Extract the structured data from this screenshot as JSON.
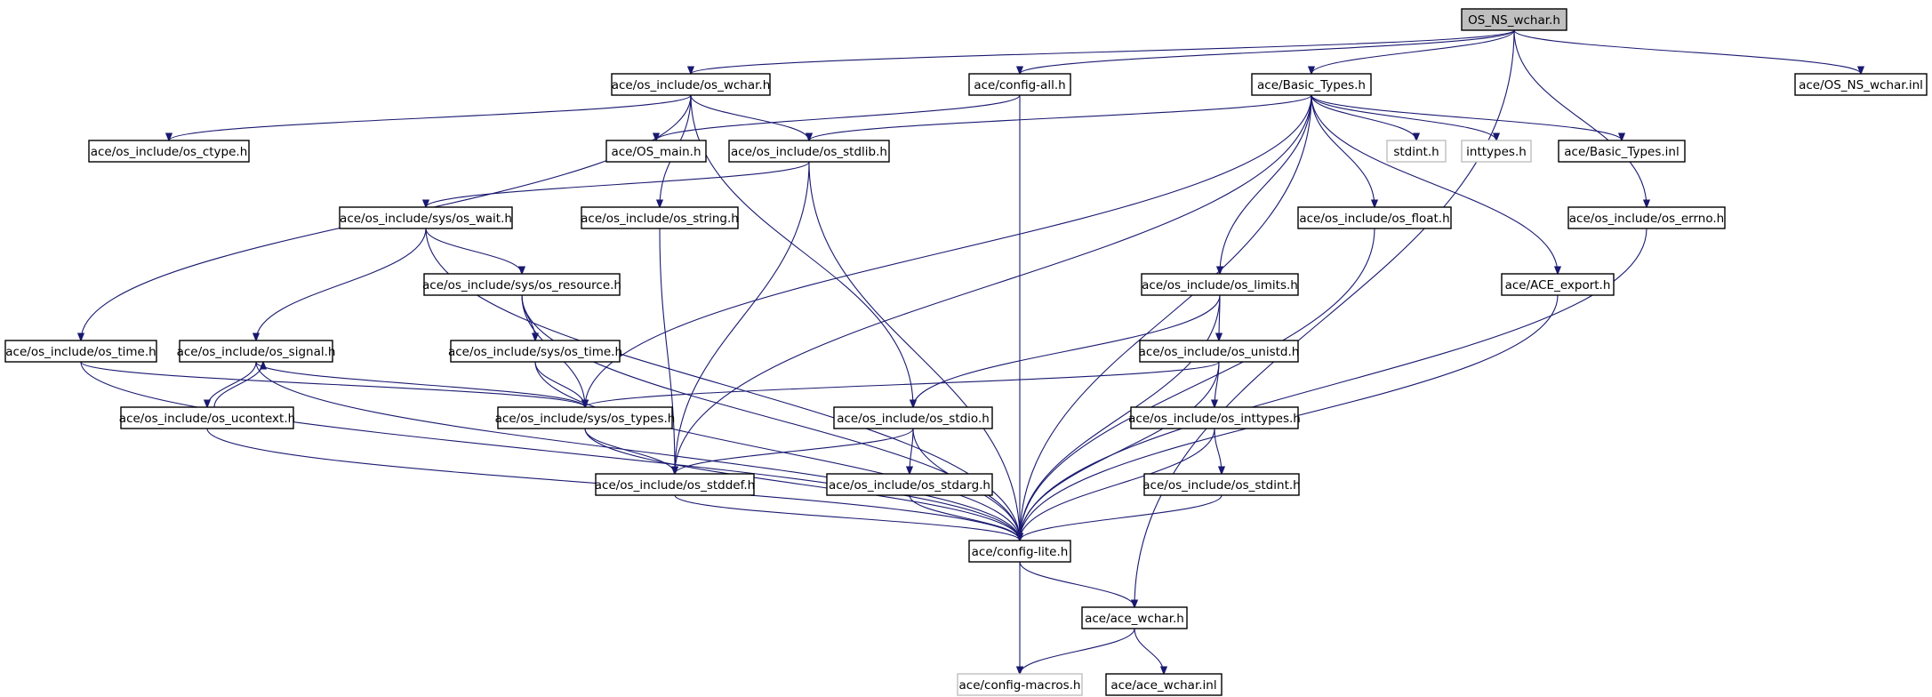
{
  "nodes": [
    {
      "id": "n0",
      "label": "OS_NS_wchar.h",
      "style": "root"
    },
    {
      "id": "n1",
      "label": "ace/os_include/os_wchar.h",
      "style": "normal"
    },
    {
      "id": "n2",
      "label": "ace/config-all.h",
      "style": "normal"
    },
    {
      "id": "n3",
      "label": "ace/Basic_Types.h",
      "style": "normal"
    },
    {
      "id": "n4",
      "label": "ace/OS_NS_wchar.inl",
      "style": "normal"
    },
    {
      "id": "n5",
      "label": "ace/os_include/os_ctype.h",
      "style": "normal"
    },
    {
      "id": "n6",
      "label": "ace/OS_main.h",
      "style": "normal"
    },
    {
      "id": "n7",
      "label": "ace/os_include/os_stdlib.h",
      "style": "normal"
    },
    {
      "id": "n8",
      "label": "stdint.h",
      "style": "missing"
    },
    {
      "id": "n9",
      "label": "inttypes.h",
      "style": "missing"
    },
    {
      "id": "n10",
      "label": "ace/Basic_Types.inl",
      "style": "normal"
    },
    {
      "id": "n11",
      "label": "ace/os_include/sys/os_wait.h",
      "style": "normal"
    },
    {
      "id": "n12",
      "label": "ace/os_include/os_string.h",
      "style": "normal"
    },
    {
      "id": "n13",
      "label": "ace/os_include/os_float.h",
      "style": "normal"
    },
    {
      "id": "n14",
      "label": "ace/os_include/os_errno.h",
      "style": "normal"
    },
    {
      "id": "n15",
      "label": "ace/os_include/sys/os_resource.h",
      "style": "normal"
    },
    {
      "id": "n16",
      "label": "ace/os_include/os_limits.h",
      "style": "normal"
    },
    {
      "id": "n17",
      "label": "ace/ACE_export.h",
      "style": "normal"
    },
    {
      "id": "n18",
      "label": "ace/os_include/os_time.h",
      "style": "normal"
    },
    {
      "id": "n19",
      "label": "ace/os_include/os_signal.h",
      "style": "normal"
    },
    {
      "id": "n20",
      "label": "ace/os_include/sys/os_time.h",
      "style": "normal"
    },
    {
      "id": "n21",
      "label": "ace/os_include/os_unistd.h",
      "style": "normal"
    },
    {
      "id": "n22",
      "label": "ace/os_include/os_ucontext.h",
      "style": "normal"
    },
    {
      "id": "n23",
      "label": "ace/os_include/sys/os_types.h",
      "style": "normal"
    },
    {
      "id": "n24",
      "label": "ace/os_include/os_stdio.h",
      "style": "normal"
    },
    {
      "id": "n25",
      "label": "ace/os_include/os_inttypes.h",
      "style": "normal"
    },
    {
      "id": "n26",
      "label": "ace/os_include/os_stddef.h",
      "style": "normal"
    },
    {
      "id": "n27",
      "label": "ace/os_include/os_stdarg.h",
      "style": "normal"
    },
    {
      "id": "n28",
      "label": "ace/os_include/os_stdint.h",
      "style": "normal"
    },
    {
      "id": "n29",
      "label": "ace/config-lite.h",
      "style": "normal"
    },
    {
      "id": "n30",
      "label": "ace/ace_wchar.h",
      "style": "normal"
    },
    {
      "id": "n31",
      "label": "ace/config-macros.h",
      "style": "missing"
    },
    {
      "id": "n32",
      "label": "ace/ace_wchar.inl",
      "style": "normal"
    }
  ],
  "edges": [
    [
      "n0",
      "n1"
    ],
    [
      "n0",
      "n2"
    ],
    [
      "n0",
      "n3"
    ],
    [
      "n0",
      "n4"
    ],
    [
      "n0",
      "n14"
    ],
    [
      "n0",
      "n30"
    ],
    [
      "n1",
      "n5"
    ],
    [
      "n1",
      "n7"
    ],
    [
      "n1",
      "n12"
    ],
    [
      "n1",
      "n18"
    ],
    [
      "n1",
      "n24"
    ],
    [
      "n2",
      "n6"
    ],
    [
      "n2",
      "n29"
    ],
    [
      "n3",
      "n7"
    ],
    [
      "n3",
      "n8"
    ],
    [
      "n3",
      "n9"
    ],
    [
      "n3",
      "n10"
    ],
    [
      "n3",
      "n13"
    ],
    [
      "n3",
      "n16"
    ],
    [
      "n3",
      "n17"
    ],
    [
      "n3",
      "n23"
    ],
    [
      "n3",
      "n26"
    ],
    [
      "n3",
      "n29"
    ],
    [
      "n7",
      "n11"
    ],
    [
      "n7",
      "n26"
    ],
    [
      "n7",
      "n29"
    ],
    [
      "n11",
      "n15"
    ],
    [
      "n11",
      "n19"
    ],
    [
      "n11",
      "n29"
    ],
    [
      "n12",
      "n26"
    ],
    [
      "n13",
      "n29"
    ],
    [
      "n14",
      "n29"
    ],
    [
      "n15",
      "n20"
    ],
    [
      "n15",
      "n23"
    ],
    [
      "n15",
      "n29"
    ],
    [
      "n16",
      "n21"
    ],
    [
      "n16",
      "n24"
    ],
    [
      "n16",
      "n29"
    ],
    [
      "n17",
      "n29"
    ],
    [
      "n18",
      "n23"
    ],
    [
      "n18",
      "n29"
    ],
    [
      "n19",
      "n22"
    ],
    [
      "n19",
      "n23"
    ],
    [
      "n19",
      "n29"
    ],
    [
      "n20",
      "n23"
    ],
    [
      "n20",
      "n29"
    ],
    [
      "n21",
      "n23"
    ],
    [
      "n21",
      "n25"
    ],
    [
      "n21",
      "n29"
    ],
    [
      "n22",
      "n19"
    ],
    [
      "n22",
      "n29"
    ],
    [
      "n23",
      "n26"
    ],
    [
      "n23",
      "n29"
    ],
    [
      "n24",
      "n26"
    ],
    [
      "n24",
      "n27"
    ],
    [
      "n24",
      "n29"
    ],
    [
      "n25",
      "n28"
    ],
    [
      "n25",
      "n29"
    ],
    [
      "n26",
      "n29"
    ],
    [
      "n27",
      "n29"
    ],
    [
      "n28",
      "n29"
    ],
    [
      "n29",
      "n30"
    ],
    [
      "n29",
      "n31"
    ],
    [
      "n30",
      "n31"
    ],
    [
      "n30",
      "n32"
    ]
  ]
}
